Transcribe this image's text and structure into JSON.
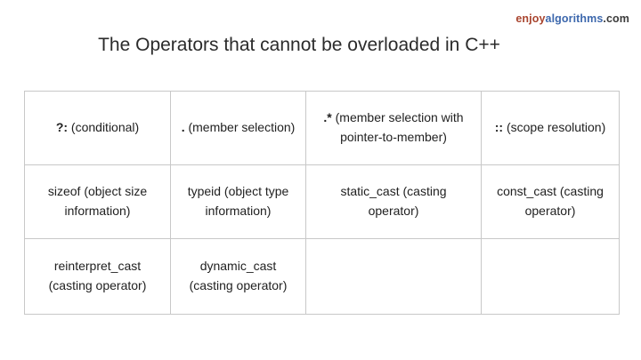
{
  "brand": {
    "enjoy": "enjoy",
    "algorithms": "algorithms",
    "tld": ".com",
    "enjoy_color": "#a9452f",
    "algorithms_color": "#3d68ad",
    "tld_color": "#3c3c3c"
  },
  "title": "The Operators that cannot be overloaded in C++",
  "table": {
    "rows": [
      [
        {
          "op": "?:",
          "rest": " (conditional)"
        },
        {
          "op": ".",
          "rest": " (member selection)"
        },
        {
          "op": ".*",
          "rest": " (member selection with pointer-to-member)"
        },
        {
          "op": "::",
          "rest": " (scope resolution)"
        }
      ],
      [
        {
          "op": "",
          "rest": "sizeof (object size information)"
        },
        {
          "op": "",
          "rest": "typeid (object type information)"
        },
        {
          "op": "",
          "rest": "static_cast (casting operator)"
        },
        {
          "op": "",
          "rest": "const_cast (casting operator)"
        }
      ],
      [
        {
          "op": "",
          "rest": "reinterpret_cast (casting operator)"
        },
        {
          "op": "",
          "rest": "dynamic_cast (casting operator)"
        },
        {
          "op": "",
          "rest": ""
        },
        {
          "op": "",
          "rest": ""
        }
      ]
    ]
  },
  "colors": {
    "background": "#ffffff",
    "table_border": "#c8c8c8",
    "cell_text": "#212121",
    "title_text": "#2b2b2b"
  }
}
